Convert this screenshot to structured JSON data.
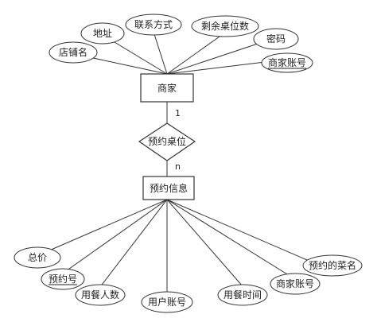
{
  "merchant": {
    "entity": "商家",
    "attributes": [
      "店铺名",
      "地址",
      "联系方式",
      "剩余桌位数",
      "密码",
      "商家账号"
    ],
    "key_attribute": "商家账号"
  },
  "relationship": {
    "label": "预约桌位",
    "cardinality_top": "1",
    "cardinality_bottom": "n"
  },
  "reservation": {
    "entity": "预约信息",
    "attributes": [
      "总价",
      "预约号",
      "用餐人数",
      "用户账号",
      "用餐时间",
      "商家账号",
      "预约的菜名"
    ],
    "key_attribute": "预约号"
  }
}
